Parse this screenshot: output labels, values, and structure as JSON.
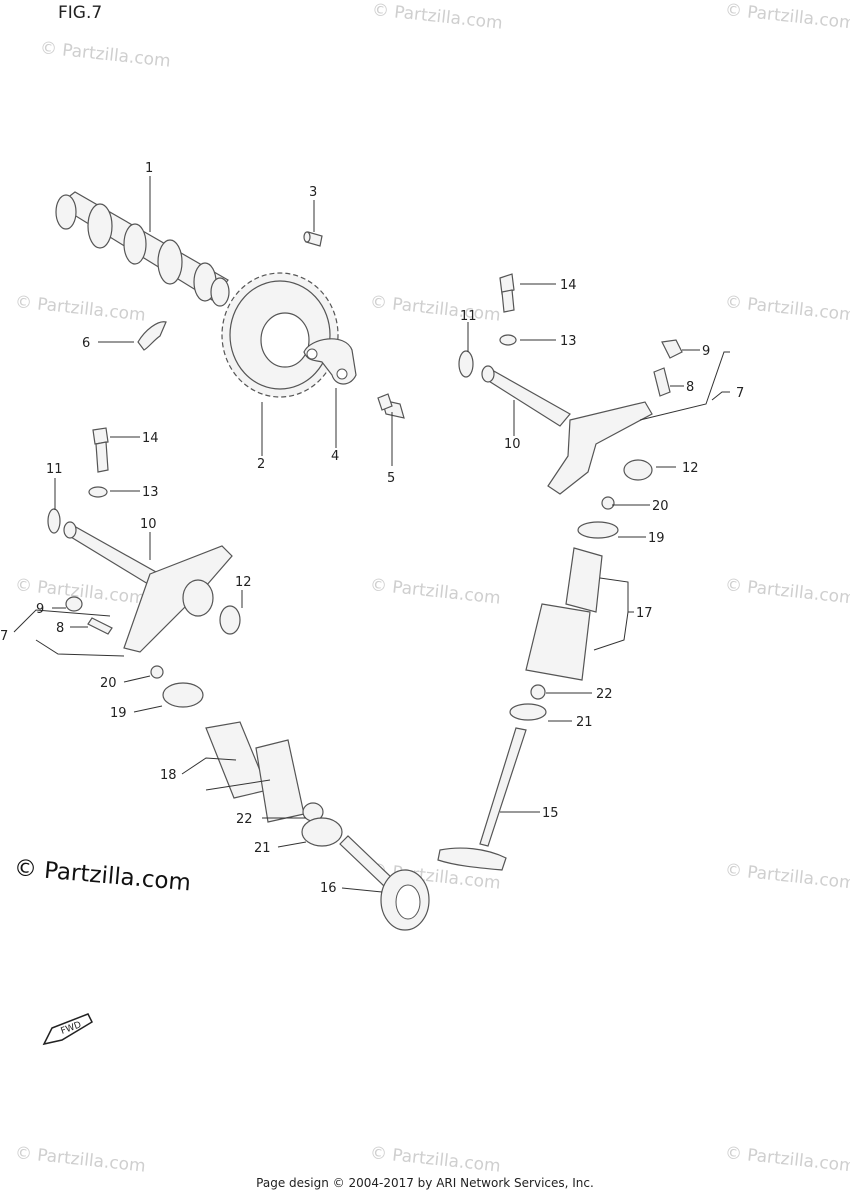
{
  "figure": {
    "title": "FIG.7"
  },
  "brand": {
    "text": "© Partzilla.com"
  },
  "footer": {
    "text": "Page design © 2004-2017 by ARI Network Services, Inc."
  },
  "watermark": {
    "text": "© Partzilla.com"
  },
  "fwd_badge": {
    "text": "FWD"
  },
  "callouts": {
    "c1": "1",
    "c2": "2",
    "c3": "3",
    "c4": "4",
    "c5": "5",
    "c6": "6",
    "c7_left": "7",
    "c7_right": "7",
    "c8_left": "8",
    "c8_right": "8",
    "c9_left": "9",
    "c9_right": "9",
    "c10_left": "10",
    "c10_right": "10",
    "c11_left": "11",
    "c11_right": "11",
    "c12_left": "12",
    "c12_right": "12",
    "c13_left": "13",
    "c13_right": "13",
    "c14_left": "14",
    "c14_right": "14",
    "c15": "15",
    "c16": "16",
    "c17": "17",
    "c18": "18",
    "c19_left": "19",
    "c19_right": "19",
    "c20_left": "20",
    "c20_right": "20",
    "c21_left": "21",
    "c21_right": "21",
    "c22_left": "22",
    "c22_right": "22"
  },
  "colors": {
    "line": "#333333",
    "part_fill": "#f4f4f4",
    "watermark": "#cfcfcf"
  }
}
